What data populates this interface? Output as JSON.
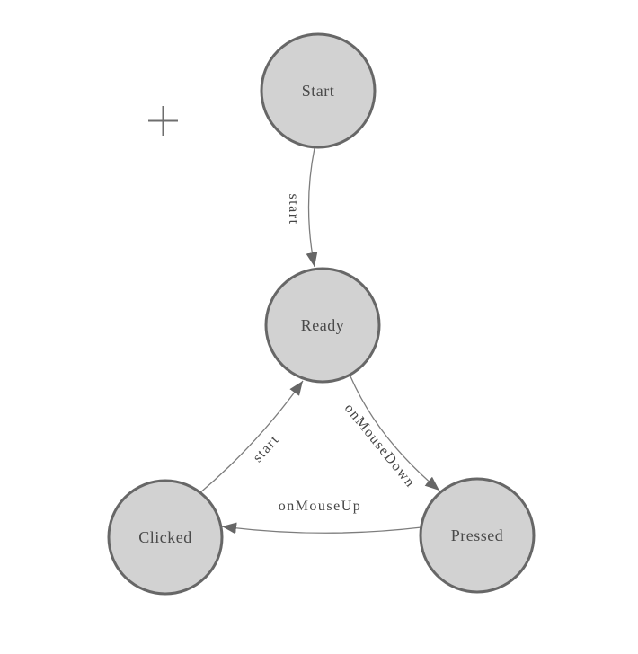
{
  "diagram": {
    "kind": "finite-state-machine",
    "background": "#ffffff",
    "colors": {
      "node_fill": "#d2d2d2",
      "node_stroke": "#676767",
      "edge_stroke": "#7d7d7d",
      "arrow_fill": "#666666",
      "label_text": "#464646",
      "node_text": "#4a4a4a"
    },
    "nodes": [
      {
        "id": "start",
        "label": "Start"
      },
      {
        "id": "ready",
        "label": "Ready"
      },
      {
        "id": "clicked",
        "label": "Clicked"
      },
      {
        "id": "pressed",
        "label": "Pressed"
      }
    ],
    "edges": [
      {
        "from": "start",
        "to": "ready",
        "label": "start"
      },
      {
        "from": "ready",
        "to": "pressed",
        "label": "onMouseDown"
      },
      {
        "from": "pressed",
        "to": "clicked",
        "label": "onMouseUp"
      },
      {
        "from": "clicked",
        "to": "ready",
        "label": "start"
      }
    ],
    "markers": [
      {
        "id": "origin-crosshair",
        "glyph": "plus-crosshair"
      }
    ]
  }
}
